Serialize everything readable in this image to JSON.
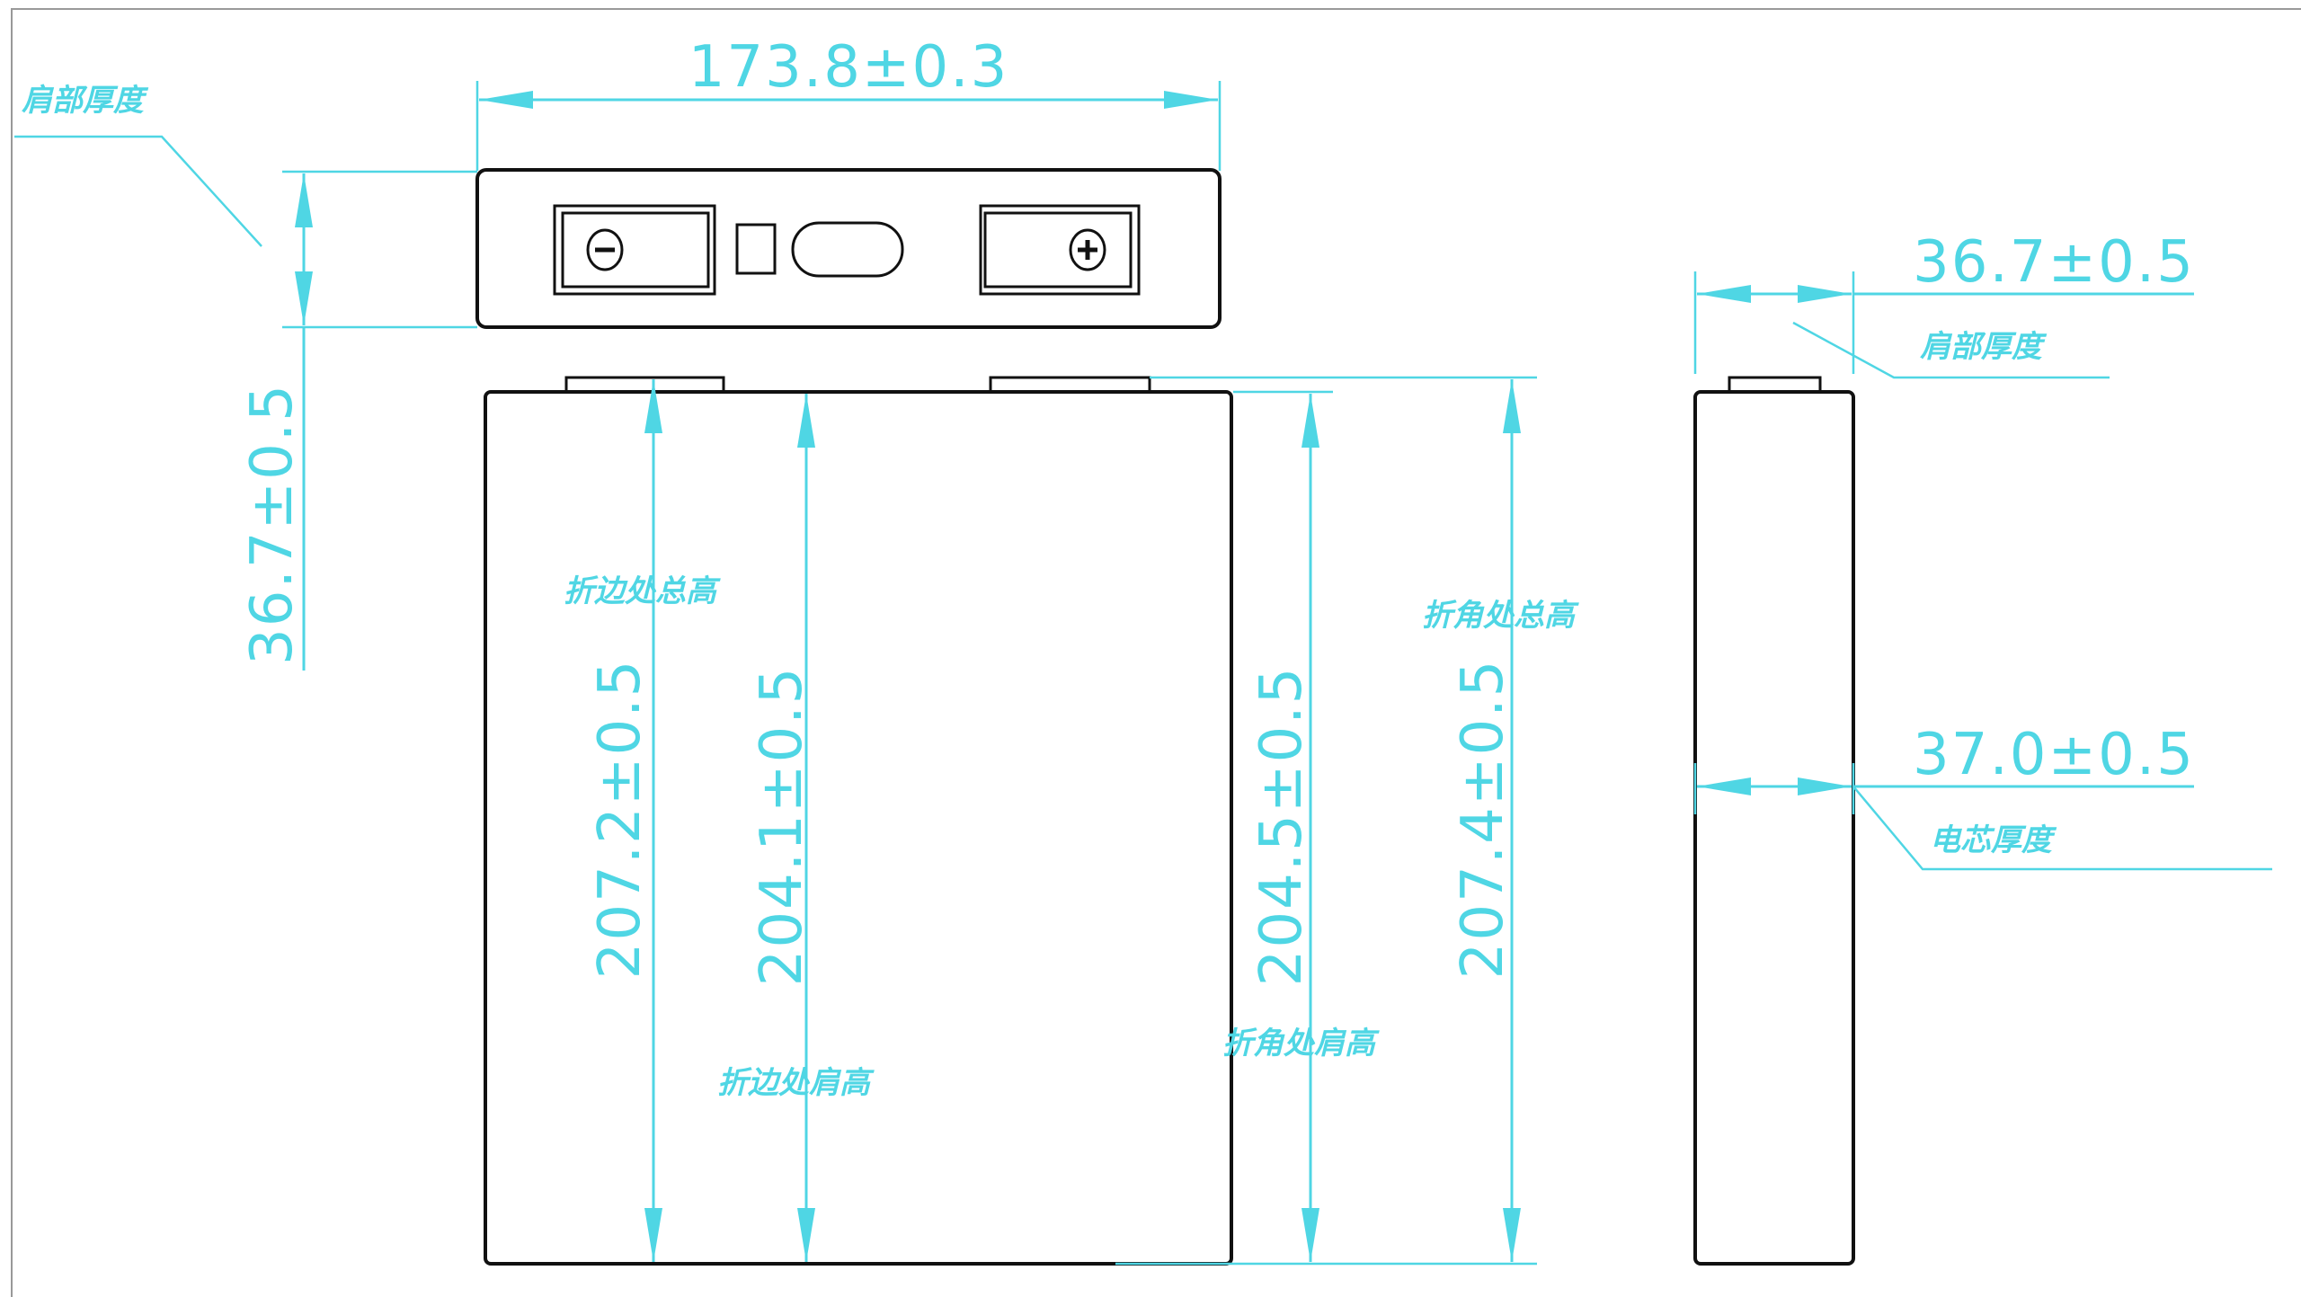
{
  "colors": {
    "dimension": "#4fd6e4",
    "outline": "#111111",
    "background": "#ffffff"
  },
  "top_view": {
    "width_dim": "173.8±0.3",
    "thickness_dim": "36.7±0.5",
    "thickness_label": "肩部厚度",
    "negative_icon": "minus-circle-icon",
    "positive_icon": "plus-circle-icon"
  },
  "front_view": {
    "dims": [
      {
        "value": "207.2±0.5",
        "label": "折边处总高"
      },
      {
        "value": "204.1±0.5",
        "label": "折边处肩高"
      },
      {
        "value": "204.5±0.5",
        "label": "折角处肩高"
      },
      {
        "value": "207.4±0.5",
        "label": "折角处总高"
      }
    ]
  },
  "side_view": {
    "shoulder_dim": "36.7±0.5",
    "shoulder_label": "肩部厚度",
    "cell_dim": "37.0±0.5",
    "cell_label": "电芯厚度"
  }
}
